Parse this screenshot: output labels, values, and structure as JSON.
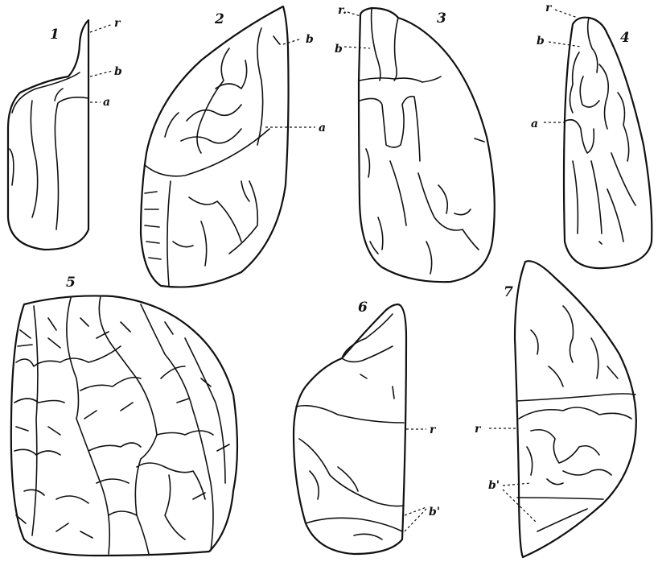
{
  "figures": [
    {
      "number": "1",
      "labels": [
        "r",
        "b",
        "a"
      ]
    },
    {
      "number": "2",
      "labels": [
        "b",
        "a"
      ]
    },
    {
      "number": "3",
      "labels": [
        "r.",
        "b"
      ]
    },
    {
      "number": "4",
      "labels": [
        "r",
        "b",
        "a"
      ]
    },
    {
      "number": "5",
      "labels": []
    },
    {
      "number": "6",
      "labels": [
        "r",
        "b'"
      ]
    },
    {
      "number": "7",
      "labels": [
        "r",
        "b'"
      ]
    }
  ]
}
